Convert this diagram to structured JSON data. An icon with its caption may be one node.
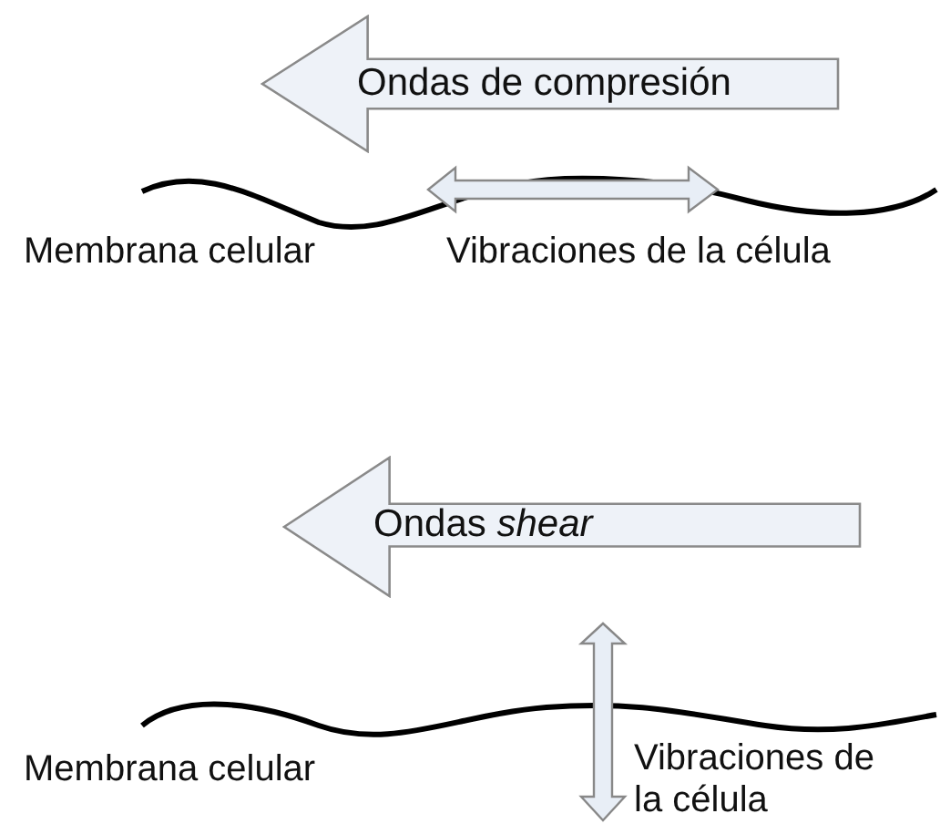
{
  "diagram": {
    "nodes": [
      {
        "text": [
          "Ondas de compresión"
        ]
      },
      {
        "text": [
          "Ondas *shear*"
        ]
      }
    ],
    "labels": [
      "Membrana celular",
      "Vibraciones de la célula",
      "Membrana celular",
      "Vibraciones de la célula"
    ]
  }
}
